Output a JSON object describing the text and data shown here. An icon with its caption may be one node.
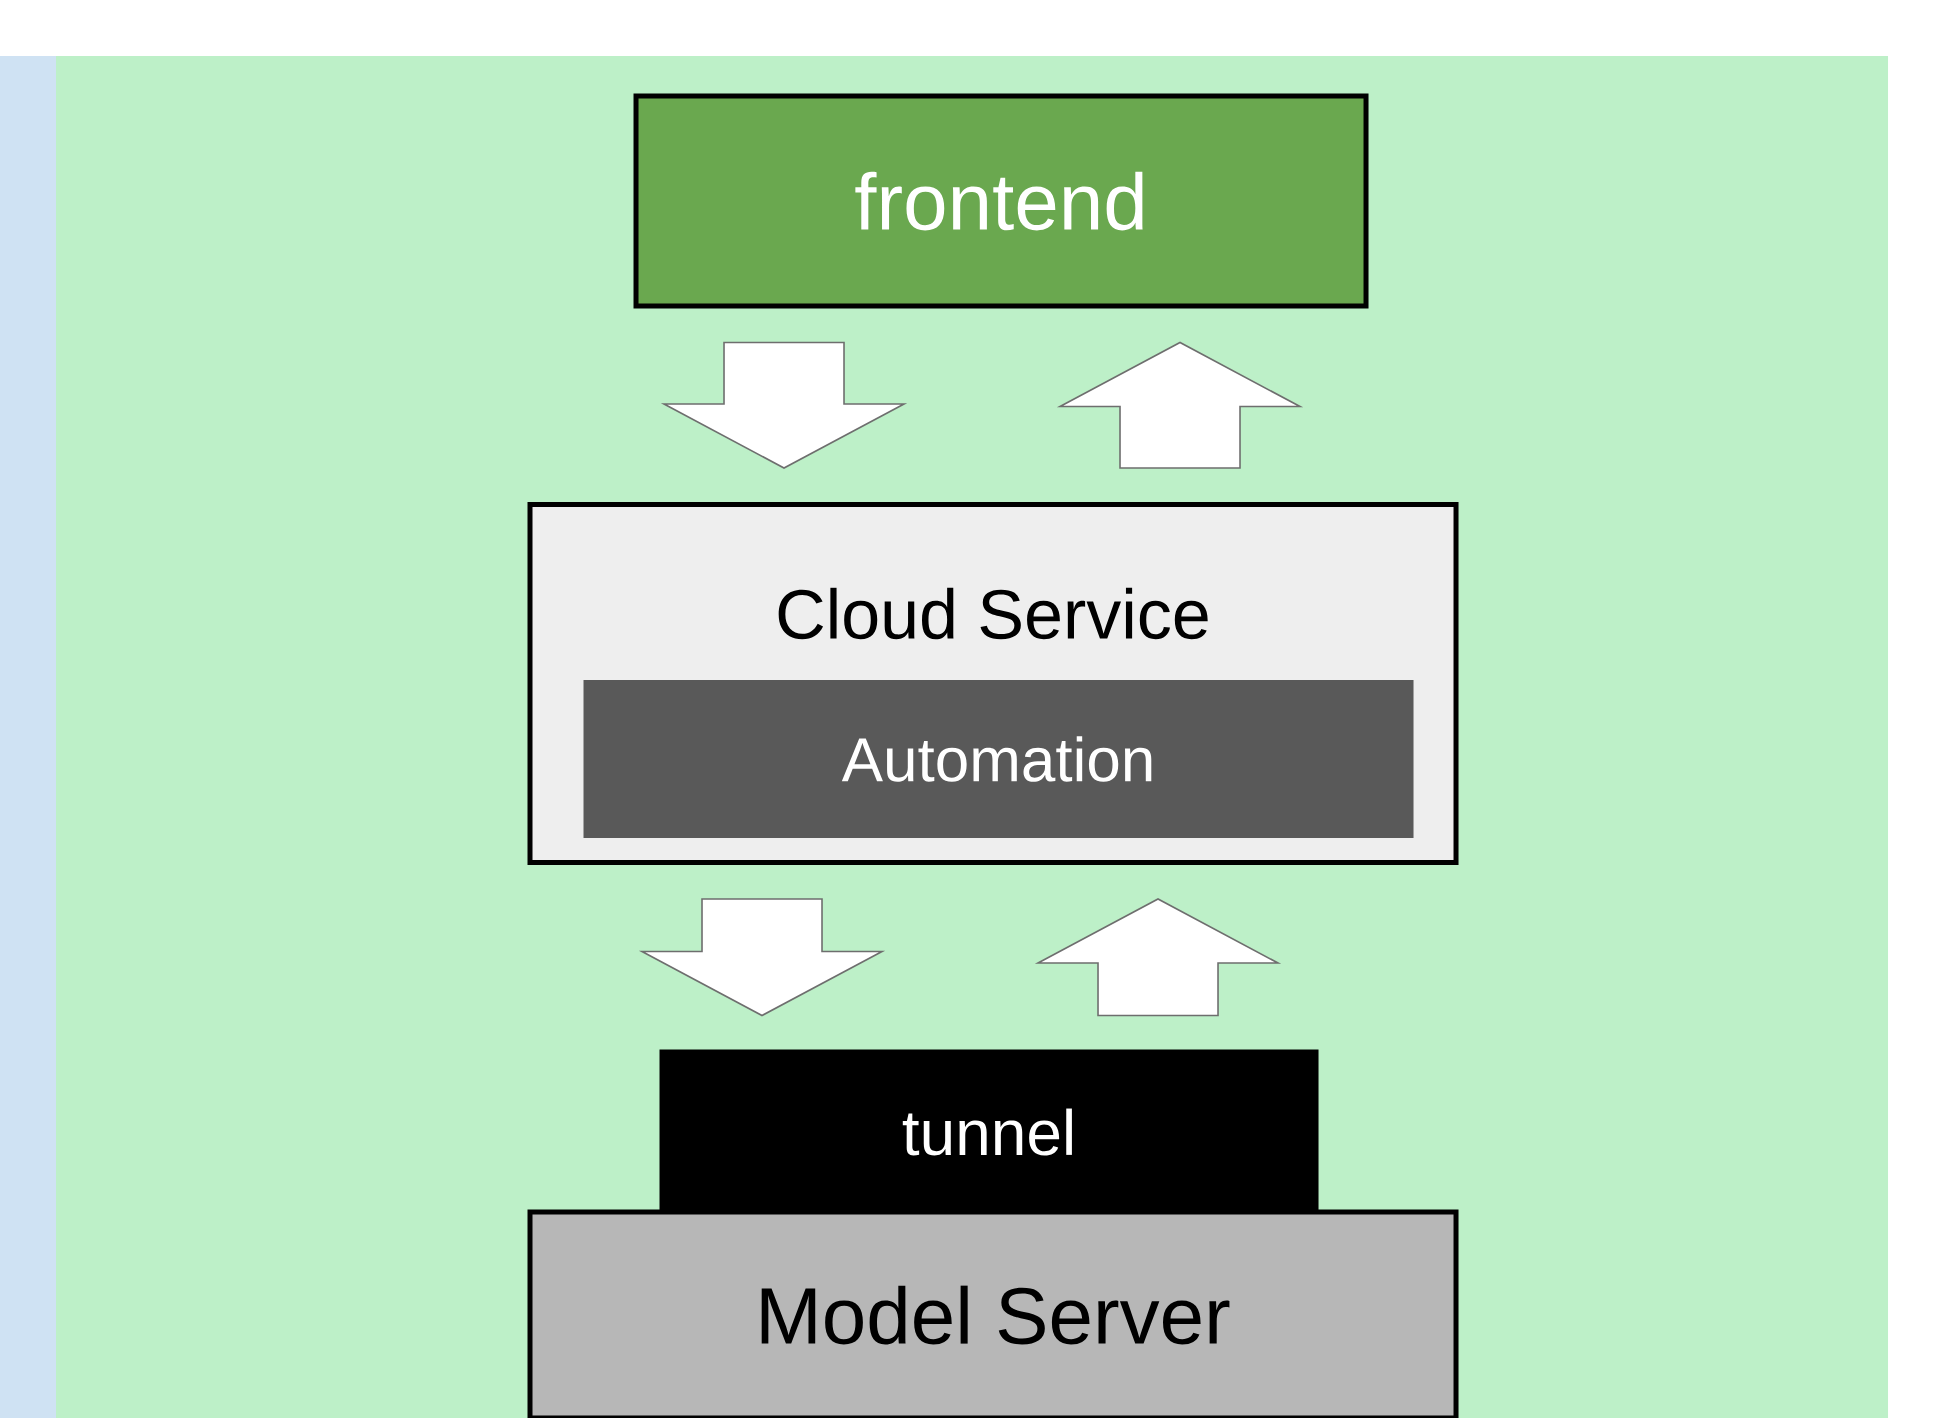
{
  "diagram": {
    "nodes": [
      {
        "text": [
          "frontend"
        ]
      },
      {
        "text": [
          "Cloud Service"
        ]
      },
      {
        "text": [
          "Automation"
        ],
        "in": 1
      },
      {
        "text": [
          "tunnel"
        ]
      },
      {
        "text": [
          "Model Server"
        ]
      }
    ],
    "edges": [
      {
        "from": 0,
        "to": 1,
        "arrow": "to"
      },
      {
        "from": 1,
        "to": 0,
        "arrow": "to"
      },
      {
        "from": 1,
        "to": 3,
        "arrow": "to"
      },
      {
        "from": 3,
        "to": 1,
        "arrow": "to"
      }
    ]
  }
}
